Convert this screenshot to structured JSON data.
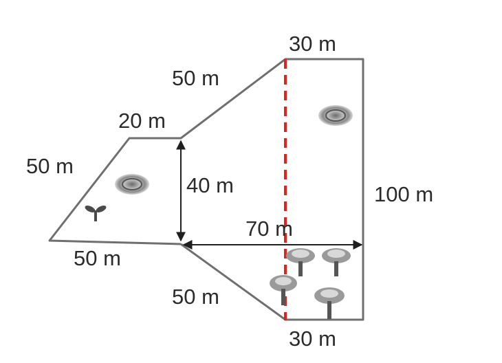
{
  "diagram": {
    "labels": {
      "top_right_width": "30 m",
      "upper_slant": "50 m",
      "top_left_width": "20 m",
      "left_slant": "50 m",
      "left_height": "40 m",
      "right_height": "100 m",
      "bottom_left_width": "50 m",
      "middle_width": "70 m",
      "lower_slant": "50 m",
      "bottom_right_width": "30 m"
    },
    "icons": [
      "pond-icon",
      "pond-icon",
      "sprout-icon",
      "tree-icon",
      "tree-icon",
      "tree-icon",
      "tree-icon"
    ],
    "colors": {
      "outline": "#6f6f6f",
      "dimension_arrows": "#1f1f1f",
      "cut_line": "#e0241d",
      "text": "#2b2b2b"
    }
  }
}
